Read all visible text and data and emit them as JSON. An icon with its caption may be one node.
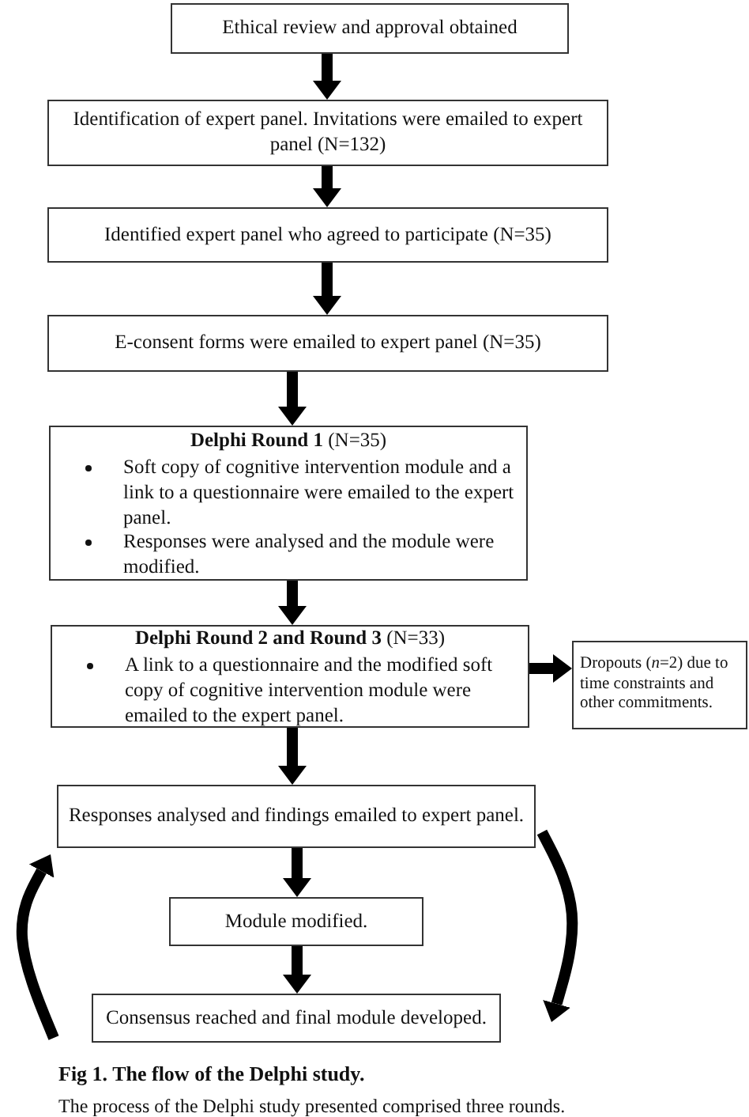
{
  "diagram": {
    "title": "Fig 1. The flow of the Delphi study.",
    "caption": "The process of the Delphi study presented comprised three rounds.",
    "nodes": [
      {
        "text": [
          "Ethical review and approval obtained"
        ]
      },
      {
        "text": [
          "Identification of expert panel. Invitations were emailed to expert panel (N=132)"
        ]
      },
      {
        "text": [
          "Identified expert panel who agreed to participate (N=35)"
        ]
      },
      {
        "text": [
          "E-consent forms were emailed to expert panel (N=35)"
        ]
      },
      {
        "text": [
          "**Delphi Round 1** (N=35)",
          "Soft copy of cognitive intervention module and a link to a questionnaire were emailed to the expert panel.",
          "Responses were analysed and the module were modified."
        ]
      },
      {
        "text": [
          "**Delphi Round 2 and Round 3** (N=33)",
          "A link to a questionnaire and the modified soft copy of cognitive intervention module were emailed to the expert panel."
        ]
      },
      {
        "text": [
          "Dropouts (*n*=2) due to time constraints and other commitments."
        ]
      },
      {
        "text": [
          "Responses analysed and findings emailed to expert panel."
        ]
      },
      {
        "text": [
          "Module modified."
        ]
      },
      {
        "text": [
          "Consensus reached and final module developed."
        ]
      }
    ],
    "edges": [
      {
        "from": 0,
        "to": 1,
        "arrow": "to"
      },
      {
        "from": 1,
        "to": 2,
        "arrow": "to"
      },
      {
        "from": 2,
        "to": 3,
        "arrow": "to"
      },
      {
        "from": 3,
        "to": 4,
        "arrow": "to"
      },
      {
        "from": 4,
        "to": 5,
        "arrow": "to"
      },
      {
        "from": 5,
        "to": 6,
        "arrow": "to"
      },
      {
        "from": 5,
        "to": 7,
        "arrow": "to"
      },
      {
        "from": 7,
        "to": 8,
        "arrow": "to"
      },
      {
        "from": 8,
        "to": 9,
        "arrow": "to"
      },
      {
        "from": 7,
        "to": 9,
        "arrow": "to"
      },
      {
        "from": 9,
        "to": 7,
        "arrow": "to"
      }
    ]
  }
}
